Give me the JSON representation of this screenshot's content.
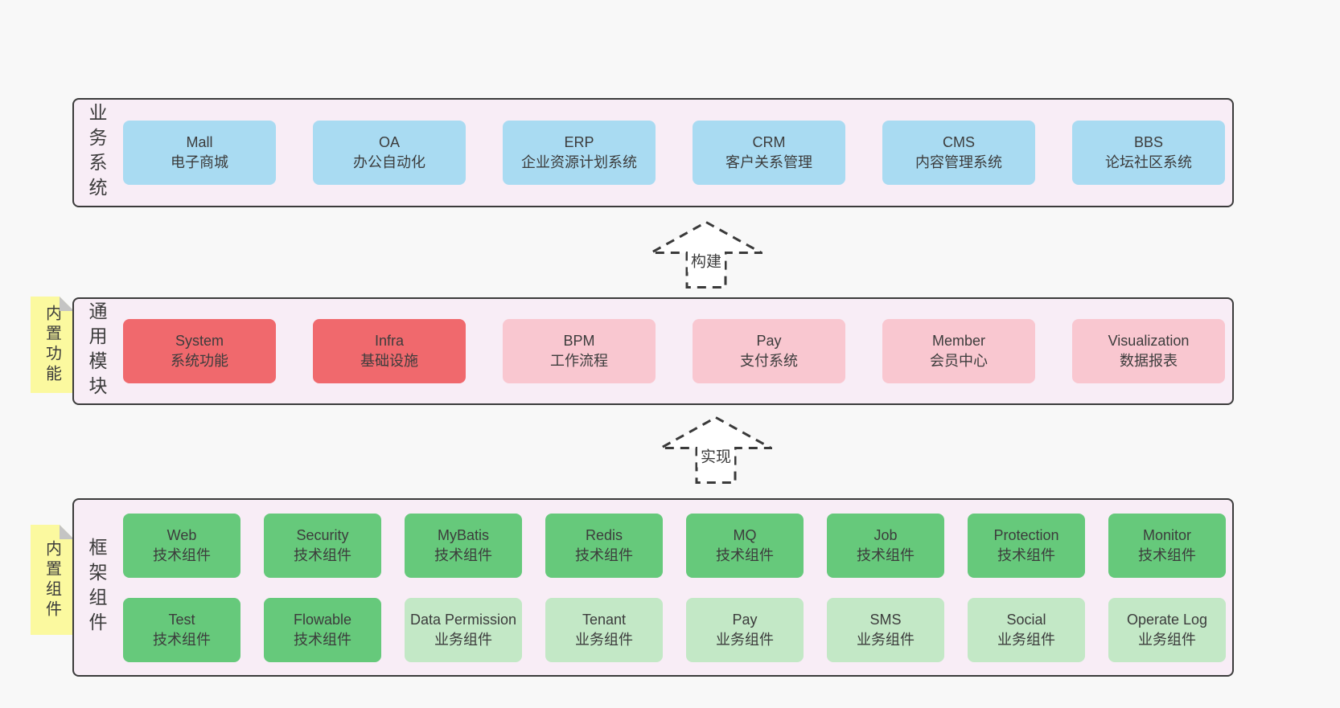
{
  "colors": {
    "page_bg": "#f8f8f8",
    "layer_bg": "#f8edf6",
    "layer_border": "#3b3b3b",
    "blue": "#a9dbf2",
    "red": "#f0696d",
    "pink": "#f9c7d0",
    "green": "#66c97b",
    "light_green": "#c3e8c6",
    "sticky_yellow": "#fbf99f",
    "fold_gray": "#c4c4c4",
    "text": "#3c3c3c"
  },
  "arrows": [
    {
      "label": "构建"
    },
    {
      "label": "实现"
    }
  ],
  "layers": [
    {
      "label": "业务系统",
      "boxes": [
        {
          "name": "Mall",
          "sub": "电子商城"
        },
        {
          "name": "OA",
          "sub": "办公自动化"
        },
        {
          "name": "ERP",
          "sub": "企业资源计划系统"
        },
        {
          "name": "CRM",
          "sub": "客户关系管理"
        },
        {
          "name": "CMS",
          "sub": "内容管理系统"
        },
        {
          "name": "BBS",
          "sub": "论坛社区系统"
        }
      ]
    },
    {
      "label": "通用模块",
      "sticky": "内置功能",
      "boxes": [
        {
          "name": "System",
          "sub": "系统功能"
        },
        {
          "name": "Infra",
          "sub": "基础设施"
        },
        {
          "name": "BPM",
          "sub": "工作流程"
        },
        {
          "name": "Pay",
          "sub": "支付系统"
        },
        {
          "name": "Member",
          "sub": "会员中心"
        },
        {
          "name": "Visualization",
          "sub": "数据报表"
        }
      ]
    },
    {
      "label": "框架组件",
      "sticky": "内置组件",
      "rows": [
        [
          {
            "name": "Web",
            "sub": "技术组件"
          },
          {
            "name": "Security",
            "sub": "技术组件"
          },
          {
            "name": "MyBatis",
            "sub": "技术组件"
          },
          {
            "name": "Redis",
            "sub": "技术组件"
          },
          {
            "name": "MQ",
            "sub": "技术组件"
          },
          {
            "name": "Job",
            "sub": "技术组件"
          },
          {
            "name": "Protection",
            "sub": "技术组件"
          },
          {
            "name": "Monitor",
            "sub": "技术组件"
          }
        ],
        [
          {
            "name": "Test",
            "sub": "技术组件"
          },
          {
            "name": "Flowable",
            "sub": "技术组件"
          },
          {
            "name": "Data Permission",
            "sub": "业务组件"
          },
          {
            "name": "Tenant",
            "sub": "业务组件"
          },
          {
            "name": "Pay",
            "sub": "业务组件"
          },
          {
            "name": "SMS",
            "sub": "业务组件"
          },
          {
            "name": "Social",
            "sub": "业务组件"
          },
          {
            "name": "Operate Log",
            "sub": "业务组件"
          }
        ]
      ]
    }
  ]
}
